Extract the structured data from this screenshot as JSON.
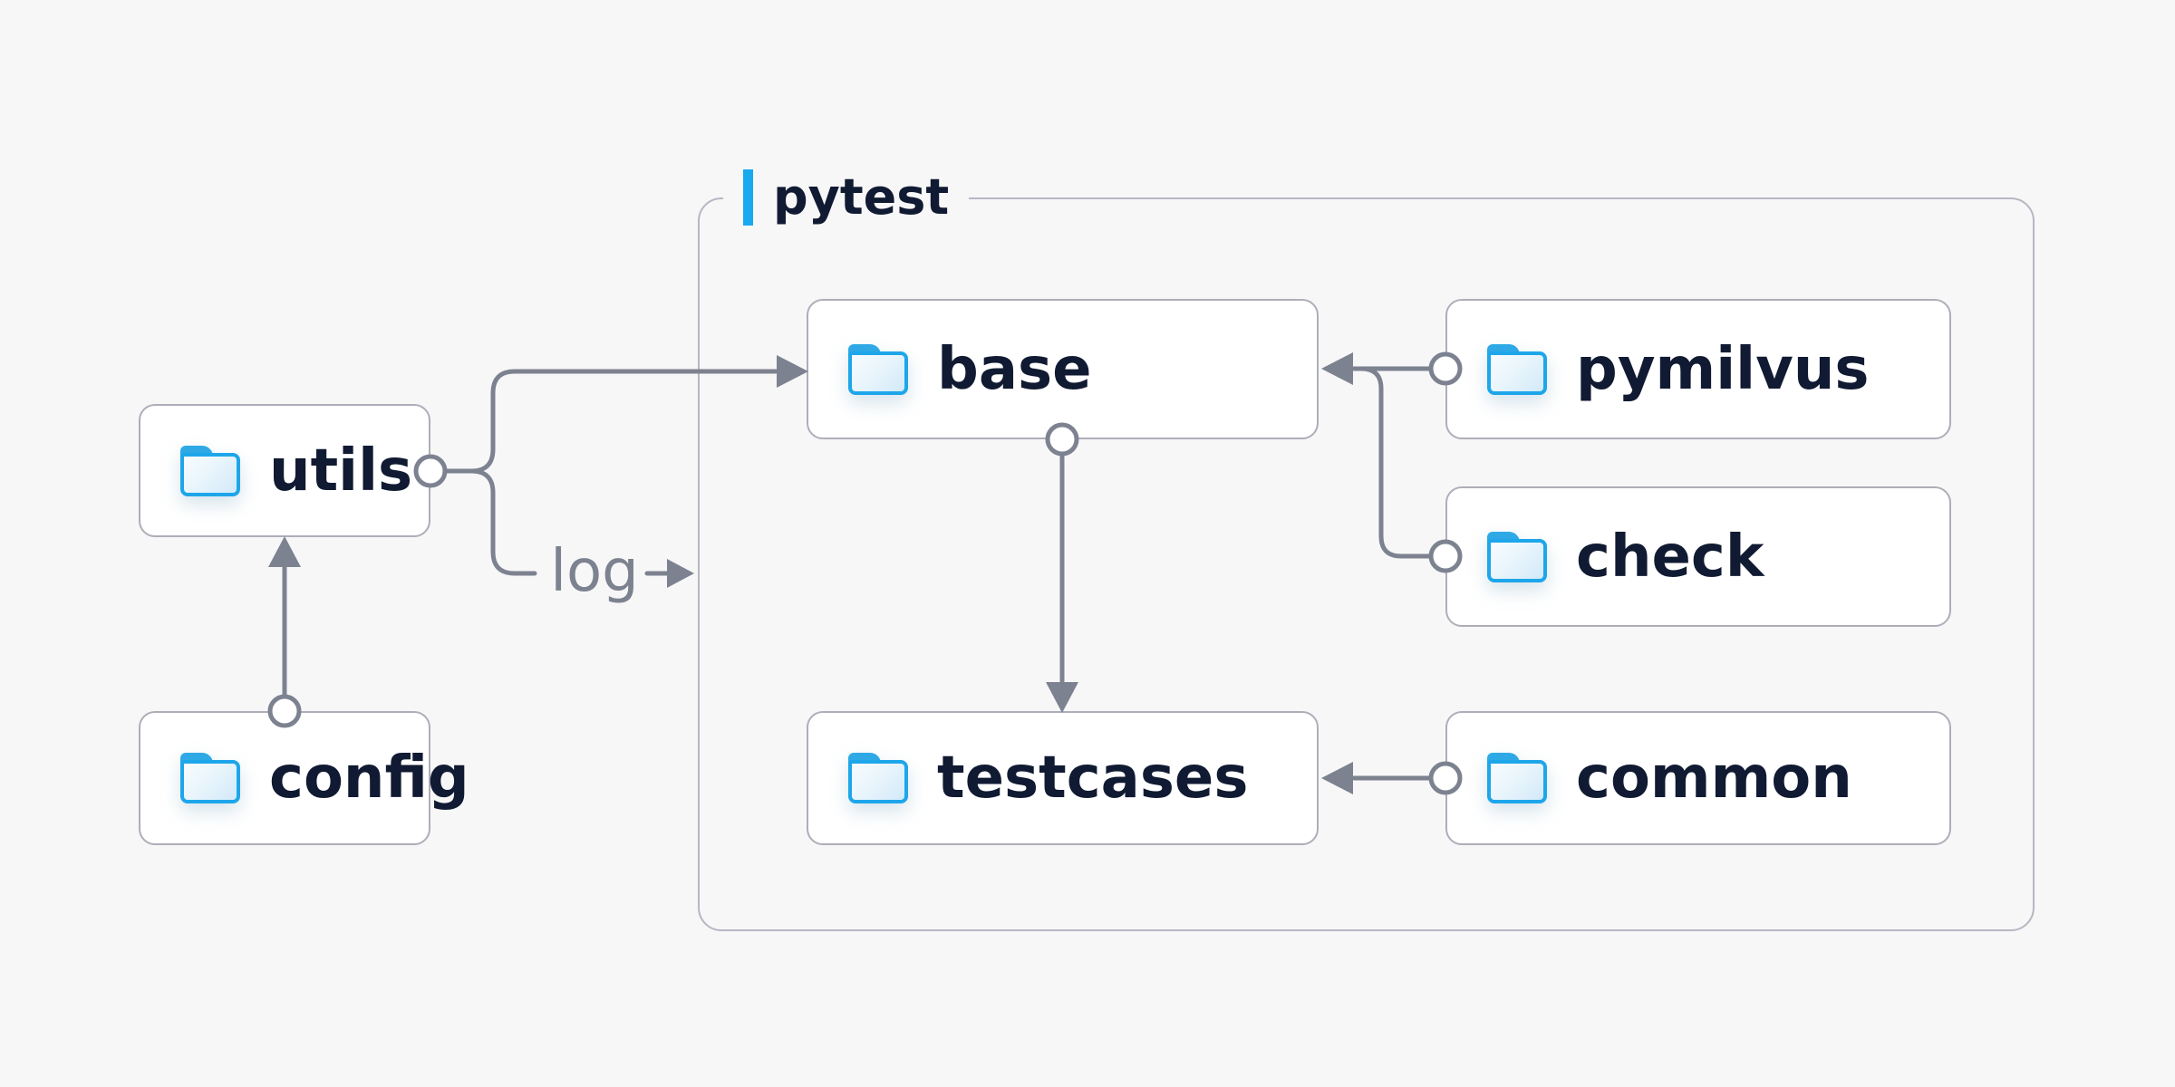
{
  "diagram": {
    "group": {
      "label": "pytest"
    },
    "nodes": {
      "utils": {
        "label": "utils",
        "icon": "folder-icon"
      },
      "config": {
        "label": "config",
        "icon": "folder-icon"
      },
      "base": {
        "label": "base",
        "icon": "folder-icon"
      },
      "pymilvus": {
        "label": "pymilvus",
        "icon": "folder-icon"
      },
      "check": {
        "label": "check",
        "icon": "folder-icon"
      },
      "testcases": {
        "label": "testcases",
        "icon": "folder-icon"
      },
      "common": {
        "label": "common",
        "icon": "folder-icon"
      }
    },
    "edges": [
      {
        "from": "config",
        "to": "utils"
      },
      {
        "from": "utils",
        "to": "base"
      },
      {
        "from": "utils",
        "to": "pytest-group",
        "label": "log"
      },
      {
        "from": "pymilvus",
        "to": "base"
      },
      {
        "from": "check",
        "to": "base"
      },
      {
        "from": "base",
        "to": "testcases"
      },
      {
        "from": "common",
        "to": "testcases"
      }
    ],
    "colors": {
      "background": "#f7f7f8",
      "accent": "#18a9ee",
      "line": "#7d8290",
      "box_border": "#aeaeb9",
      "container_border": "#b7b7c3",
      "text": "#101a32",
      "muted_text": "#7d8290",
      "folder_border": "#1ea6ea",
      "folder_tab": "#2ea9e6"
    }
  }
}
